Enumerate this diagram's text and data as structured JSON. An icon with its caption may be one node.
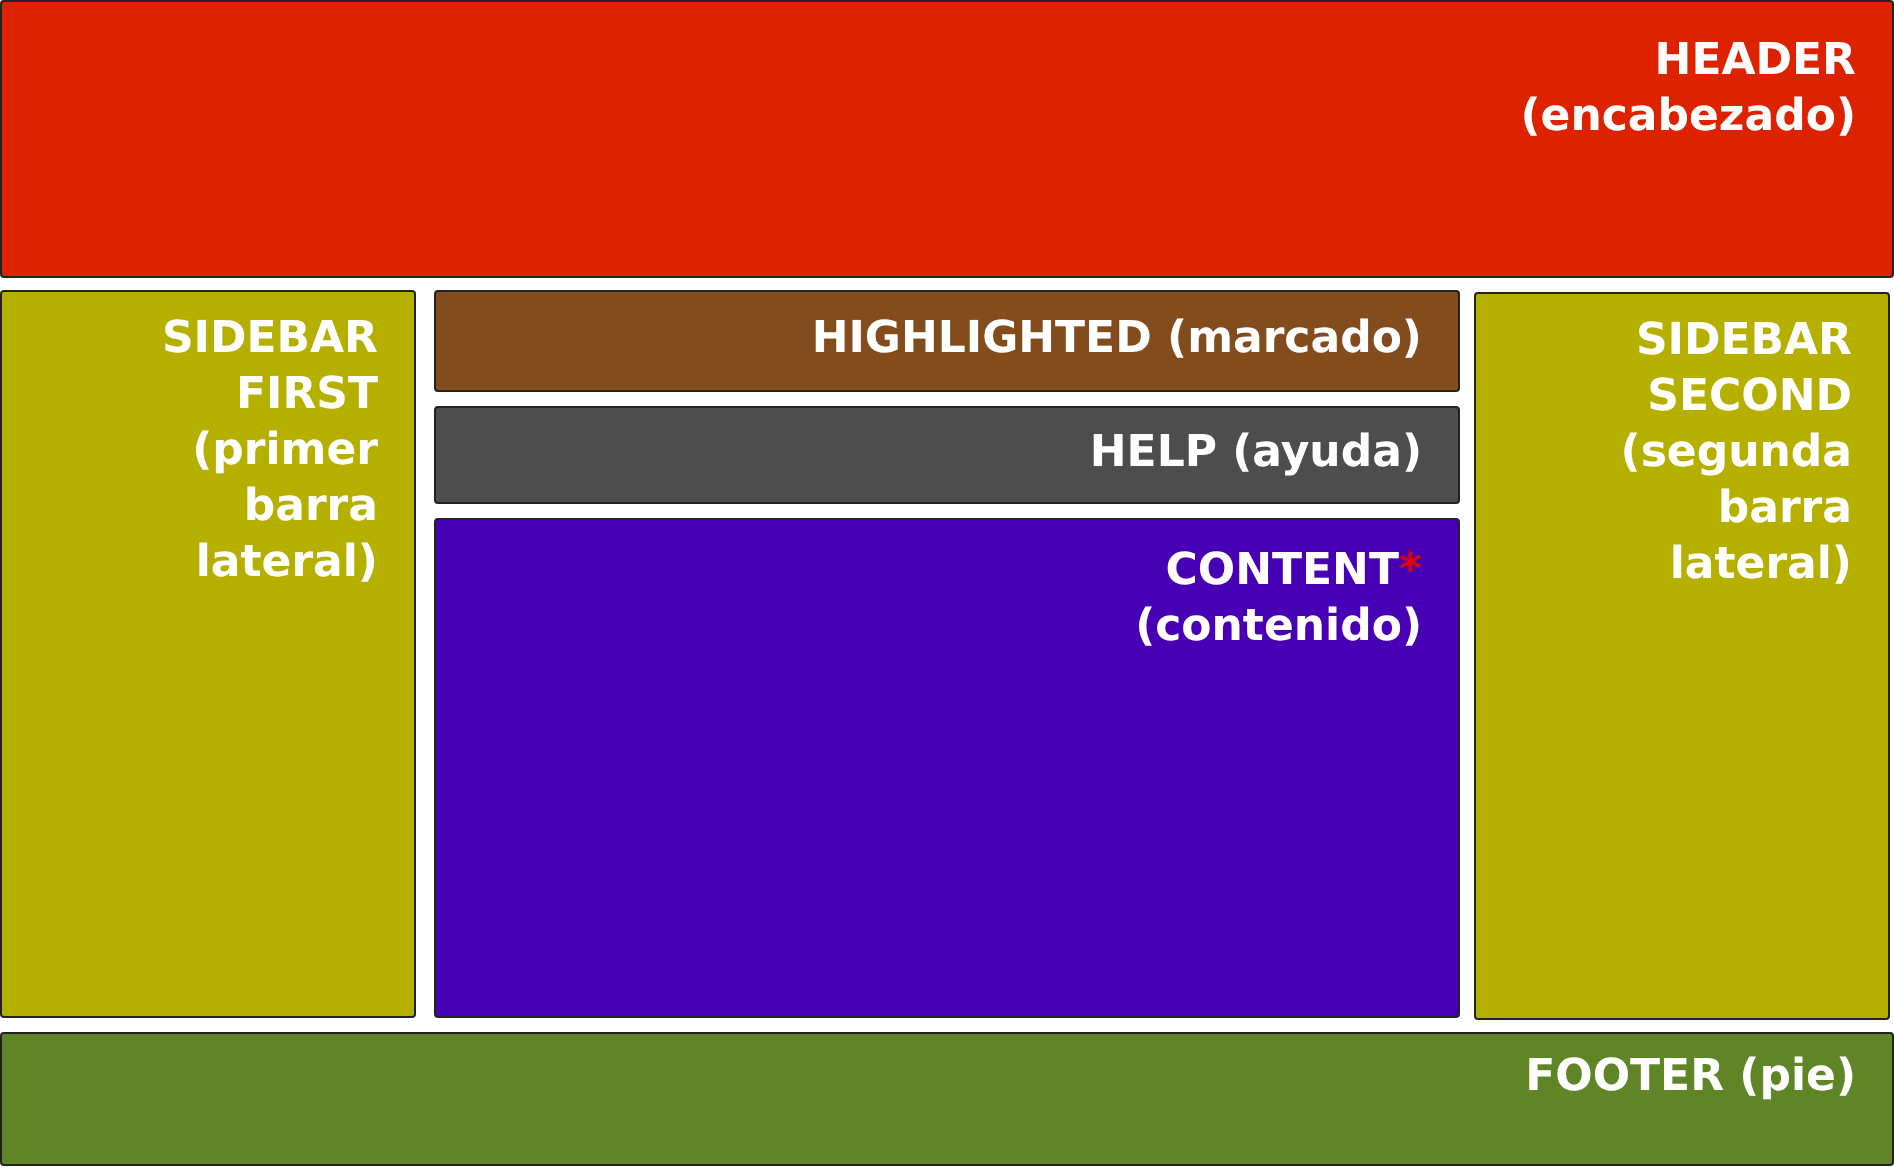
{
  "diagram": {
    "nodes": [
      {
        "text": [
          "HEADER (encabezado)"
        ]
      },
      {
        "text": [
          "SIDEBAR FIRST (primer barra lateral)"
        ]
      },
      {
        "text": [
          "HIGHLIGHTED (marcado)"
        ]
      },
      {
        "text": [
          "HELP (ayuda)"
        ]
      },
      {
        "text": [
          "CONTENT",
          "*",
          "(contenido)"
        ]
      },
      {
        "text": [
          "SIDEBAR SECOND (segunda barra lateral)"
        ]
      },
      {
        "text": [
          "FOOTER (pie)"
        ]
      }
    ]
  }
}
